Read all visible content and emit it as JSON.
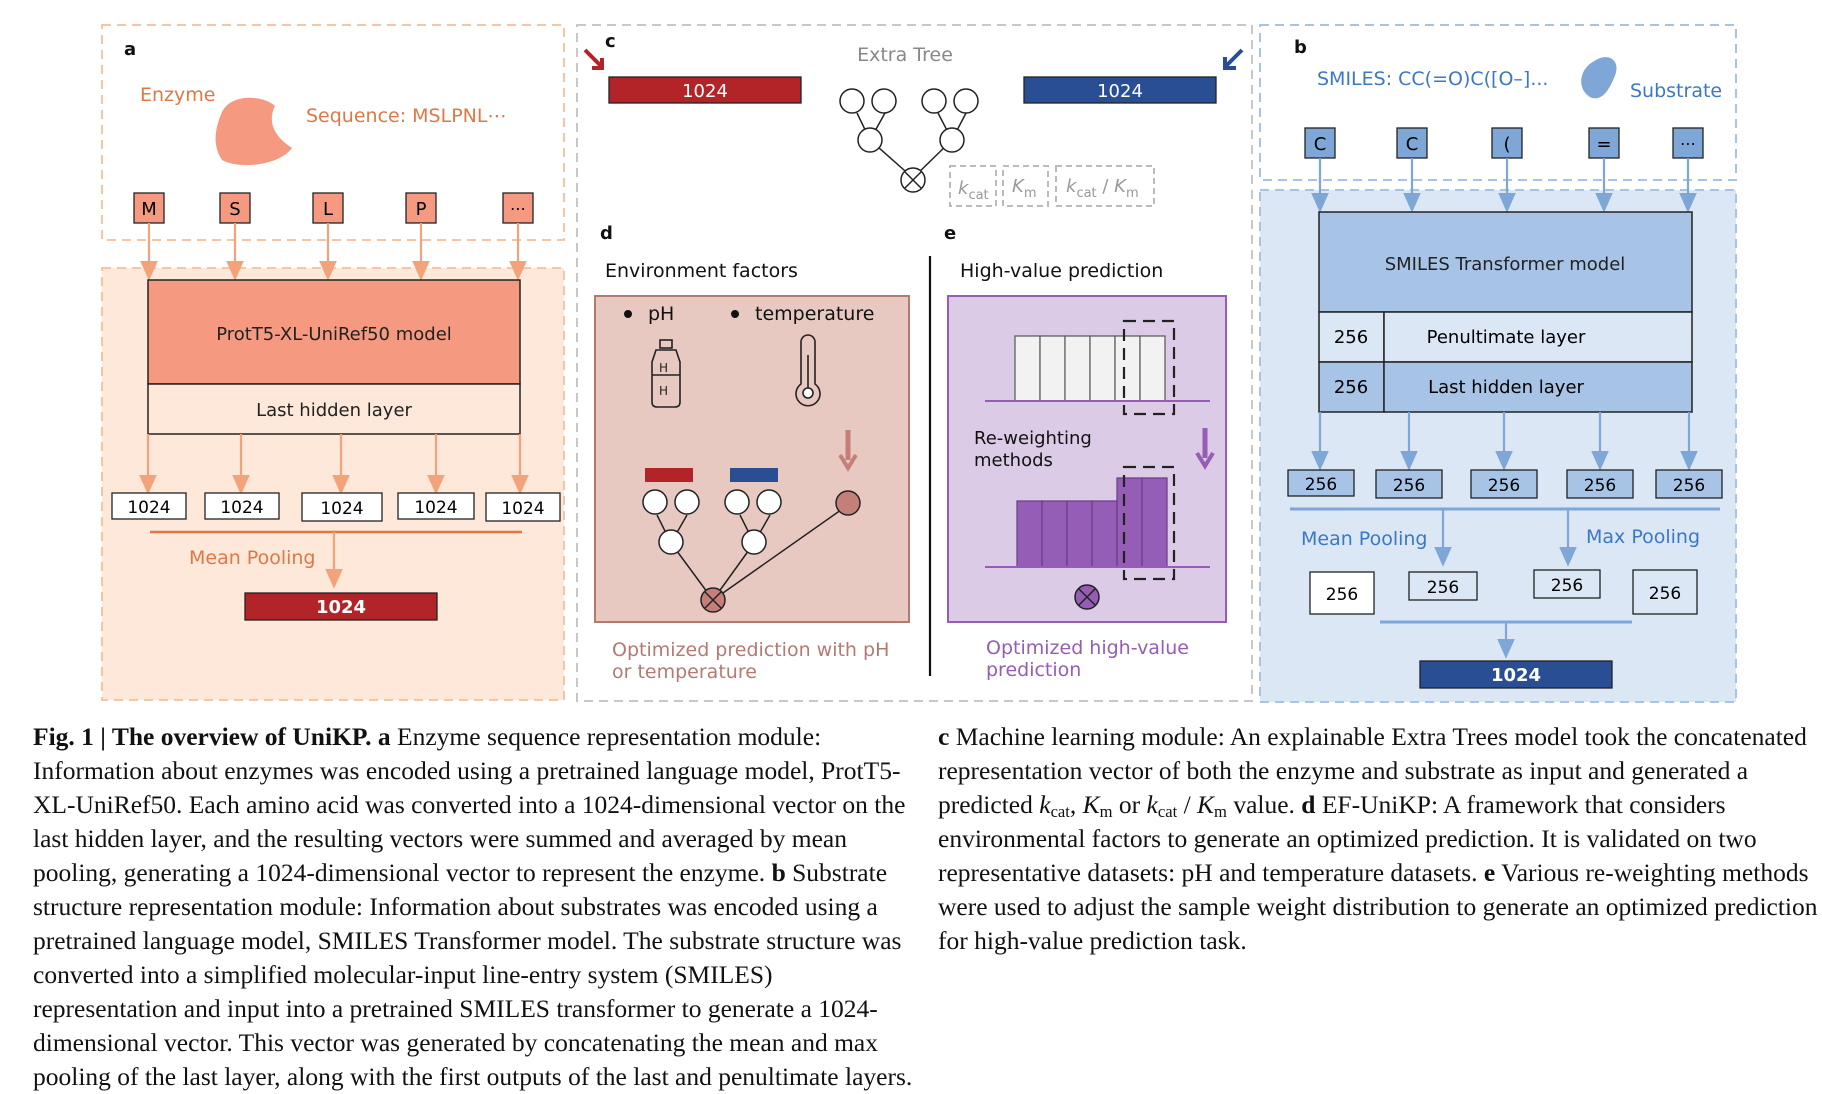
{
  "panel_a": {
    "letter": "a",
    "enzyme_label": "Enzyme",
    "sequence_label": "Sequence: MSLPNL⋯",
    "tokens": [
      "M",
      "S",
      "L",
      "P",
      "⋯"
    ],
    "model_label": "ProtT5-XL-UniRef50 model",
    "hidden_layer_label": "Last hidden layer",
    "vectors": [
      "1024",
      "1024",
      "1024",
      "1024",
      "1024"
    ],
    "pooling_label": "Mean Pooling",
    "output_vector": "1024"
  },
  "panel_b": {
    "letter": "b",
    "smiles_label": "SMILES: CC(=O)C([O–]...",
    "substrate_label": "Substrate",
    "tokens": [
      "C",
      "C",
      "(",
      "=",
      "⋯"
    ],
    "model_label": "SMILES Transformer model",
    "penultimate_dim": "256",
    "penultimate_label": "Penultimate layer",
    "last_dim": "256",
    "last_label": "Last hidden layer",
    "vectors": [
      "256",
      "256",
      "256",
      "256",
      "256"
    ],
    "mean_pooling_label": "Mean Pooling",
    "max_pooling_label": "Max Pooling",
    "pooled": [
      "256",
      "256",
      "256",
      "256"
    ],
    "output_vector": "1024"
  },
  "panel_c": {
    "letter": "c",
    "title": "Extra Tree",
    "left_vector": "1024",
    "right_vector": "1024",
    "out_kcat_k": "k",
    "out_kcat_sub": "cat",
    "out_km_k": "K",
    "out_km_sub": "m",
    "out_ratio_slash": " / "
  },
  "panel_d": {
    "letter": "d",
    "title": "Environment factors",
    "bullet_ph": "pH",
    "bullet_temp": "temperature",
    "h_plus": "H",
    "caption": [
      "Optimized prediction with pH",
      "or temperature"
    ]
  },
  "panel_e": {
    "letter": "e",
    "title": "High-value prediction",
    "reweight_label": [
      "Re-weighting",
      "methods"
    ],
    "caption": [
      "Optimized high-value",
      "prediction"
    ]
  },
  "colors": {
    "enzyme": "#f59a80",
    "enzyme_bg": "#fde8da",
    "enzyme_dark": "#b22427",
    "substrate": "#7ea7d8",
    "substrate_bg": "#dbe7f5",
    "substrate_dark": "#2a4e93",
    "env_bg": "#e8c9c2",
    "env_node": "#c48078",
    "hv_bg": "#dccbe6",
    "hv_bar": "#955db6"
  },
  "caption_text": {
    "fig_label": "Fig. 1 | The overview of UniKP.",
    "a_letter": "a",
    "a_text": " Enzyme sequence representation module: Information about enzymes was encoded using a pretrained language model, ProtT5-XL-UniRef50. Each amino acid was converted into a 1024-dimensional vector on the last hidden layer, and the resulting vectors were summed and averaged by mean pooling, generating a 1024-dimensional vector to represent the enzyme.",
    "b_letter": "b",
    "b_text": " Substrate structure representation module: Information about substrates was encoded using a pretrained language model, SMILES Transformer model. The substrate structure was converted into a simplified molecular-input line-entry system (SMILES) representation and input into a pretrained SMILES transformer to generate a 1024-dimensional vector. This vector was generated by concatenating the mean and max pooling of the last layer, along with the first outputs of the last and penultimate layers.",
    "c_letter": "c",
    "c_text_1": " Machine learning module: An explainable Extra Trees model took the concatenated representation vector of both the enzyme and substrate as input and generated a predicted ",
    "c_k": "k",
    "c_cat": "cat",
    "c_comma": ", ",
    "c_K": "K",
    "c_m": "m",
    "c_or": " or ",
    "c_k2": "k",
    "c_cat2": "cat",
    "c_slash": " / ",
    "c_K2": "K",
    "c_m2": "m",
    "c_value": " value.",
    "d_letter": "d",
    "d_text": " EF-UniKP: A framework that considers environmental factors to generate an optimized prediction. It is validated on two representative datasets: pH and temperature datasets.",
    "e_letter": "e",
    "e_text": " Various re-weighting methods were used to adjust the sample weight distribution to generate an optimized prediction for high-value prediction task."
  }
}
